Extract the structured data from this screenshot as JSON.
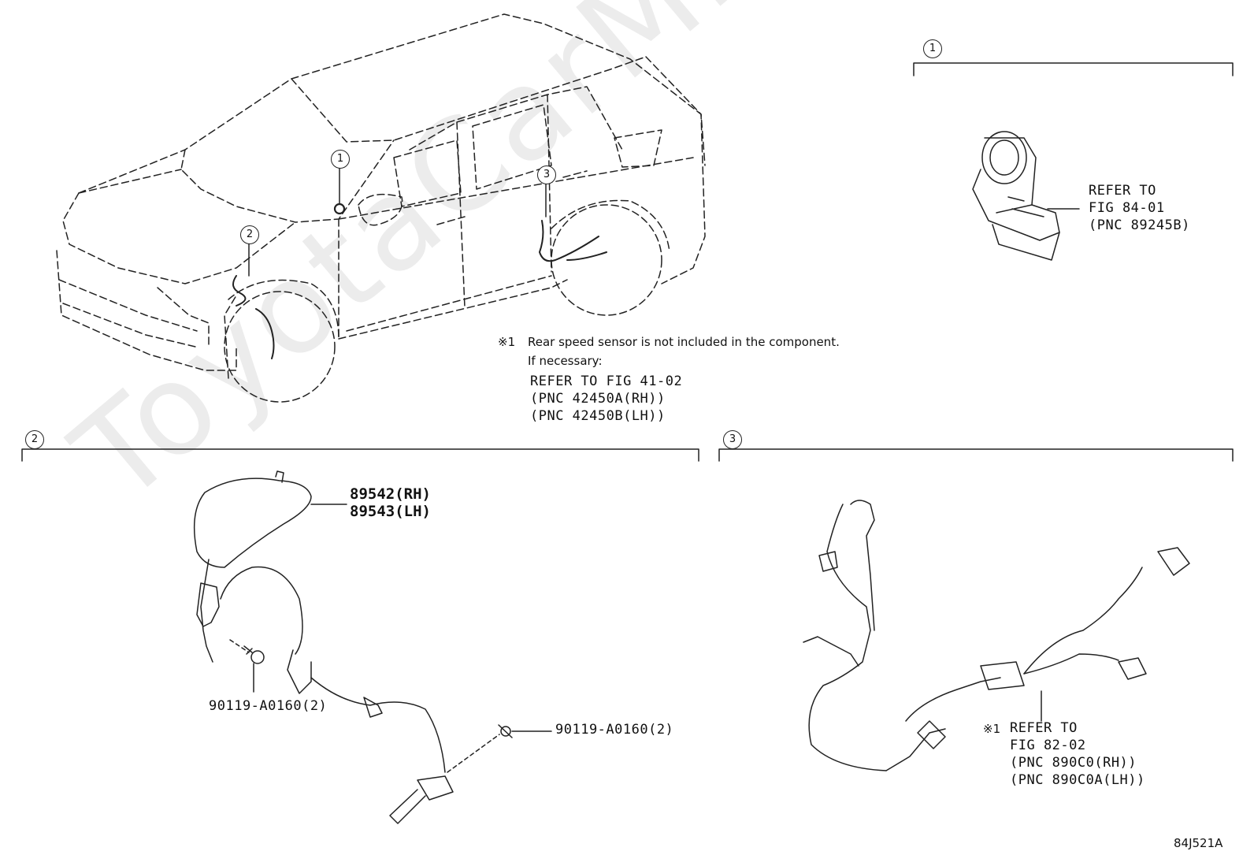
{
  "watermark": "ToyotaCarMiner.ru",
  "callouts": {
    "c1": "1",
    "c2": "2",
    "c3": "3"
  },
  "section1": {
    "marker": "1",
    "ref": [
      "REFER TO",
      "FIG 84-01",
      "(PNC 89245B)"
    ]
  },
  "note": {
    "mark": "※1",
    "line1": "Rear speed sensor is not included in the component.",
    "line2": "If necessary:",
    "ref": [
      "REFER TO FIG 41-02",
      "(PNC 42450A(RH))",
      "(PNC 42450B(LH))"
    ]
  },
  "section2": {
    "marker": "2",
    "part_rh": "89542(RH)",
    "part_lh": "89543(LH)",
    "bolt_1": "90119-A0160(2)",
    "bolt_2": "90119-A0160(2)"
  },
  "section3": {
    "marker": "3",
    "mark": "※1",
    "ref": [
      "REFER TO",
      "FIG 82-02",
      "(PNC 890C0(RH))",
      "(PNC 890C0A(LH))"
    ]
  },
  "figure_code": "84J521A"
}
